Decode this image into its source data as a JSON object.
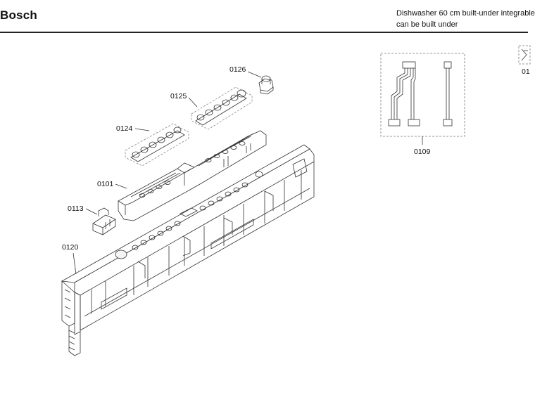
{
  "header": {
    "brand": "Bosch",
    "description_line1": "Dishwasher 60 cm built-under integrable",
    "description_line2": "can be built under"
  },
  "parts": {
    "p0126": "0126",
    "p0125": "0125",
    "p0124": "0124",
    "p0101": "0101",
    "p0113": "0113",
    "p0120": "0120",
    "p0109": "0109",
    "p_cut": "01"
  }
}
